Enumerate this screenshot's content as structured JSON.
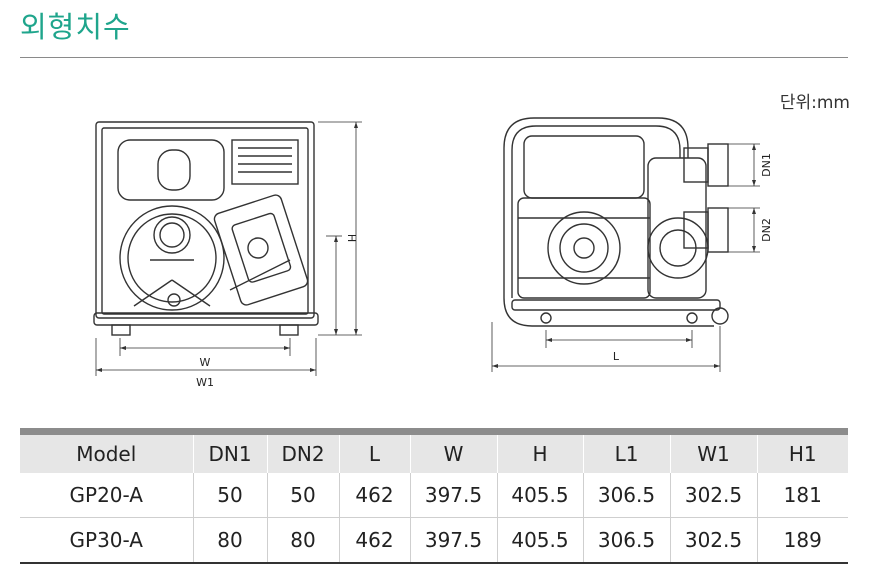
{
  "title": "외형치수",
  "unit_label": "단위:mm",
  "front_view": {
    "w_label": "W",
    "w1_label": "W1",
    "h_label": "H"
  },
  "side_view": {
    "l_label": "L",
    "dn1_label": "DN1",
    "dn2_label": "DN2"
  },
  "table": {
    "headers": [
      "Model",
      "DN1",
      "DN2",
      "L",
      "W",
      "H",
      "L1",
      "W1",
      "H1"
    ],
    "rows": [
      [
        "GP20-A",
        "50",
        "50",
        "462",
        "397.5",
        "405.5",
        "306.5",
        "302.5",
        "181"
      ],
      [
        "GP30-A",
        "80",
        "80",
        "462",
        "397.5",
        "405.5",
        "306.5",
        "302.5",
        "189"
      ]
    ]
  }
}
